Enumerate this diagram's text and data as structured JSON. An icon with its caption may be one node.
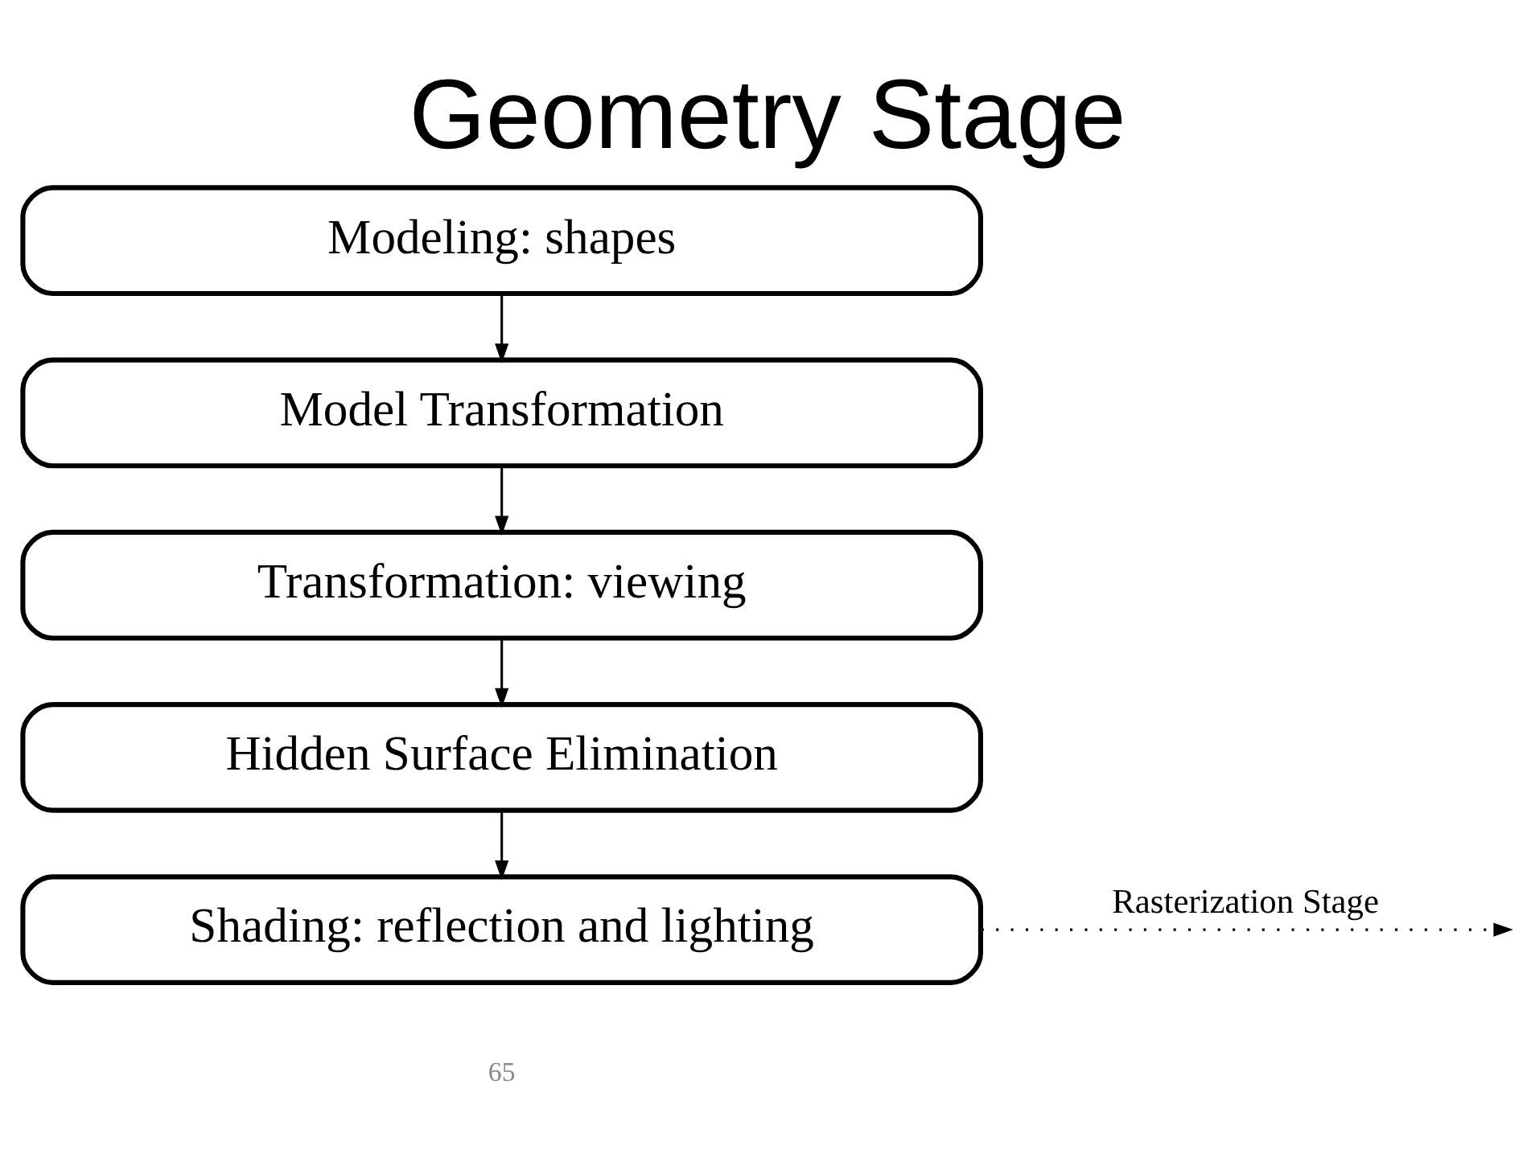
{
  "diagram": {
    "title": "Geometry Stage",
    "nodes": [
      {
        "text": [
          "Modeling: shapes"
        ]
      },
      {
        "text": [
          "Model Transformation"
        ]
      },
      {
        "text": [
          "Transformation: viewing"
        ]
      },
      {
        "text": [
          "Hidden Surface Elimination"
        ]
      },
      {
        "text": [
          "Shading: reflection and lighting"
        ]
      }
    ],
    "edges": [
      {
        "from": 0,
        "to": 1,
        "arrow": "to"
      },
      {
        "from": 1,
        "to": 2,
        "arrow": "to"
      },
      {
        "from": 2,
        "to": 3,
        "arrow": "to"
      },
      {
        "from": 3,
        "to": 4,
        "arrow": "to"
      },
      {
        "from": 4,
        "to": null,
        "arrow": "to",
        "label": "Rasterization Stage",
        "style": "dashed"
      }
    ],
    "labels": [
      "65"
    ]
  }
}
